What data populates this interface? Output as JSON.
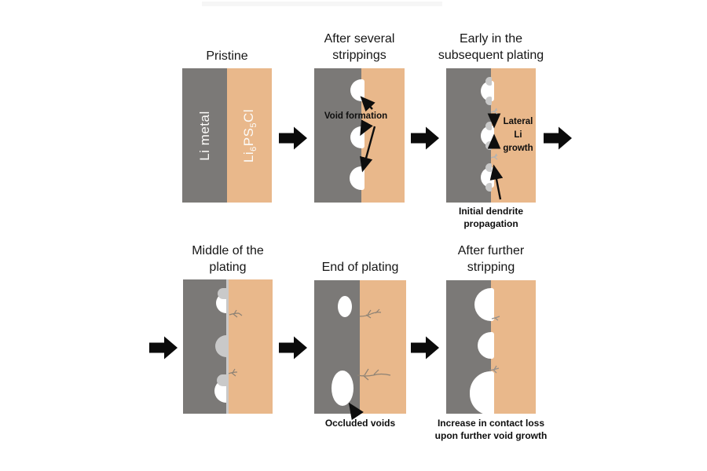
{
  "colors": {
    "li_metal_gray": "#7b7977",
    "electrolyte_tan": "#e9b88b",
    "li_deposit_gray": "#c9c9c9",
    "void_white": "#ffffff",
    "annotation_black": "#0e0e0e",
    "dendrite_light": "#b3b3b3",
    "dendrite_dark": "#8d8274"
  },
  "panels": {
    "pristine": {
      "title": "Pristine",
      "li_metal_label": "Li metal",
      "formula": {
        "seg1": "Li",
        "sub1": "6",
        "seg2": "PS",
        "sub2": "5",
        "seg3": "Cl"
      }
    },
    "after_strippings": {
      "title_line1": "After several",
      "title_line2": "strippings",
      "annotation": "Void formation"
    },
    "early_plating": {
      "title_line1": "Early in the",
      "title_line2": "subsequent plating",
      "annotation_line1": "Lateral",
      "annotation_line2": "Li",
      "annotation_line3": "growth",
      "caption_line1": "Initial dendrite",
      "caption_line2": "propagation"
    },
    "middle_plating": {
      "title_line1": "Middle of the",
      "title_line2": "plating"
    },
    "end_plating": {
      "title": "End of plating",
      "caption": "Occluded voids"
    },
    "after_further_stripping": {
      "title_line1": "After further",
      "title_line2": "stripping",
      "caption_line1": "Increase in contact loss",
      "caption_line2": "upon further void growth"
    }
  }
}
